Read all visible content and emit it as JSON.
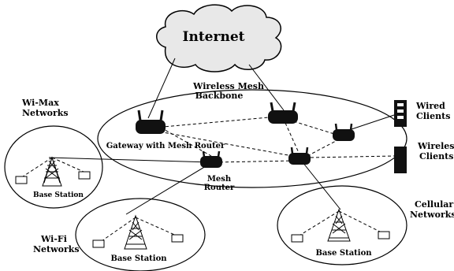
{
  "internet_label": "Internet",
  "backbone": {
    "label_line1": "Wireless Mesh",
    "label_line2": "Backbone",
    "gateway_label": "Gateway with Mesh Router",
    "mesh_router_line1": "Mesh",
    "mesh_router_line2": "Router"
  },
  "wimax": {
    "label_line1": "Wi-Max",
    "label_line2": "Networks",
    "base_station": "Base Station"
  },
  "wifi": {
    "label_line1": "Wi-Fi",
    "label_line2": "Networks",
    "base_station": "Base Station"
  },
  "cellular": {
    "label_line1": "Cellular",
    "label_line2": "Networks",
    "base_station": "Base Station"
  },
  "wired_clients": {
    "label_line1": "Wired",
    "label_line2": "Clients"
  },
  "wireless_clients": {
    "label_line1": "Wireless",
    "label_line2": "Clients"
  }
}
